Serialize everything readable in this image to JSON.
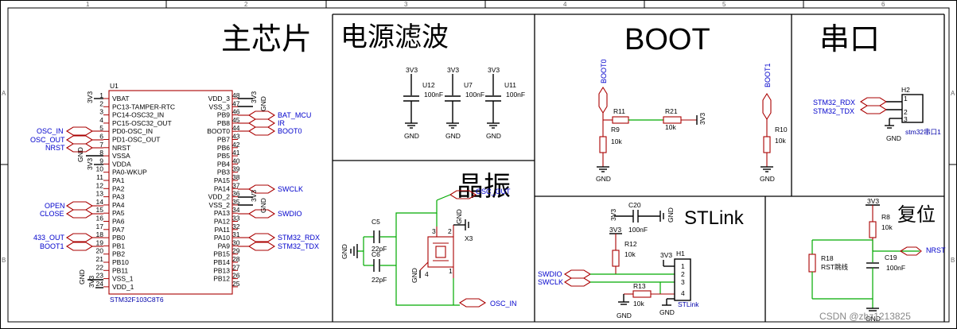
{
  "titles": {
    "mcu": "主芯片",
    "power": "电源滤波",
    "boot": "BOOT",
    "uart": "串口",
    "crystal": "晶振",
    "stlink": "STLink",
    "reset": "复位"
  },
  "border": {
    "cols": [
      "1",
      "2",
      "3",
      "4",
      "5",
      "6"
    ],
    "rows": [
      "A",
      "B"
    ]
  },
  "mcu": {
    "ref": "U1",
    "part": "STM32F103C8T6",
    "left_pins": [
      {
        "num": "1",
        "name": "VBAT"
      },
      {
        "num": "2",
        "name": "PC13-TAMPER-RTC"
      },
      {
        "num": "3",
        "name": "PC14-OSC32_IN"
      },
      {
        "num": "4",
        "name": "PC15-OSC32_OUT"
      },
      {
        "num": "5",
        "name": "PD0-OSC_IN"
      },
      {
        "num": "6",
        "name": "PD1-OSC_OUT"
      },
      {
        "num": "7",
        "name": "NRST"
      },
      {
        "num": "8",
        "name": "VSSA"
      },
      {
        "num": "9",
        "name": "VDDA"
      },
      {
        "num": "10",
        "name": "PA0-WKUP"
      },
      {
        "num": "11",
        "name": "PA1"
      },
      {
        "num": "12",
        "name": "PA2"
      },
      {
        "num": "13",
        "name": "PA3"
      },
      {
        "num": "14",
        "name": "PA4"
      },
      {
        "num": "15",
        "name": "PA5"
      },
      {
        "num": "16",
        "name": "PA6"
      },
      {
        "num": "17",
        "name": "PA7"
      },
      {
        "num": "18",
        "name": "PB0"
      },
      {
        "num": "19",
        "name": "PB1"
      },
      {
        "num": "20",
        "name": "PB2"
      },
      {
        "num": "21",
        "name": "PB10"
      },
      {
        "num": "22",
        "name": "PB11"
      },
      {
        "num": "23",
        "name": "VSS_1"
      },
      {
        "num": "24",
        "name": "VDD_1"
      }
    ],
    "right_pins": [
      {
        "num": "48",
        "name": "VDD_3"
      },
      {
        "num": "47",
        "name": "VSS_3"
      },
      {
        "num": "46",
        "name": "PB9"
      },
      {
        "num": "45",
        "name": "PB8"
      },
      {
        "num": "44",
        "name": "BOOT0"
      },
      {
        "num": "43",
        "name": "PB7"
      },
      {
        "num": "42",
        "name": "PB6"
      },
      {
        "num": "41",
        "name": "PB5"
      },
      {
        "num": "40",
        "name": "PB4"
      },
      {
        "num": "39",
        "name": "PB3"
      },
      {
        "num": "38",
        "name": "PA15"
      },
      {
        "num": "37",
        "name": "PA14"
      },
      {
        "num": "36",
        "name": "VDD_2"
      },
      {
        "num": "35",
        "name": "VSS_2"
      },
      {
        "num": "34",
        "name": "PA13"
      },
      {
        "num": "33",
        "name": "PA12"
      },
      {
        "num": "32",
        "name": "PA11"
      },
      {
        "num": "31",
        "name": "PA10"
      },
      {
        "num": "30",
        "name": "PA9"
      },
      {
        "num": "29",
        "name": "PB15"
      },
      {
        "num": "28",
        "name": "PB14"
      },
      {
        "num": "27",
        "name": "PB13"
      },
      {
        "num": "26",
        "name": "PB12"
      },
      {
        "num": "25",
        "name": ""
      }
    ],
    "left_nets": {
      "osc_in": "OSC_IN",
      "osc_out": "OSC_OUT",
      "nrst": "NRST",
      "open": "OPEN",
      "close": "CLOSE",
      "out433": "433_OUT",
      "boot1": "BOOT1"
    },
    "right_nets": {
      "bat_mcu": "BAT_MCU",
      "ir": "IR",
      "boot0": "BOOT0",
      "swclk": "SWCLK",
      "swdio": "SWDIO",
      "rdx": "STM32_RDX",
      "tdx": "STM32_TDX"
    },
    "power": {
      "v33": "3V3",
      "gnd": "GND"
    }
  },
  "power_filter": {
    "caps": [
      {
        "ref": "U12",
        "value": "100nF",
        "rail": "3V3",
        "gnd": "GND"
      },
      {
        "ref": "U7",
        "value": "100nF",
        "rail": "3V3",
        "gnd": "GND"
      },
      {
        "ref": "U11",
        "value": "100nF",
        "rail": "3V3",
        "gnd": "GND"
      }
    ]
  },
  "boot": {
    "boot0_net": "BOOT0",
    "boot1_net": "BOOT1",
    "r11": "R11",
    "r21": "R21",
    "r21_val": "10k",
    "r9": "R9",
    "r9_val": "10k",
    "r10": "R10",
    "r10_val": "10k",
    "v33": "3V3",
    "gnd": "GND"
  },
  "uart": {
    "ref": "H2",
    "rdx": "STM32_RDX",
    "tdx": "STM32_TDX",
    "pins": [
      "1",
      "2",
      "3"
    ],
    "label": "stm32串口1",
    "gnd": "GND"
  },
  "crystal": {
    "net_in": "OSC_IN",
    "net_out": "OSC_OUT",
    "c5": "C5",
    "c5_val": "22pF",
    "c6": "C6",
    "c6_val": "22pF",
    "ref": "X3",
    "gnd": "GND",
    "pins": [
      "1",
      "2",
      "3",
      "4"
    ]
  },
  "stlink": {
    "c20": "C20",
    "c20_val": "100nF",
    "r12": "R12",
    "r12_val": "10k",
    "r13": "R13",
    "r13_val": "10k",
    "ref": "H1",
    "label": "STLink",
    "swdio": "SWDIO",
    "swclk": "SWCLK",
    "v33": "3V3",
    "gnd": "GND",
    "pins": [
      "1",
      "2",
      "3",
      "4"
    ]
  },
  "reset": {
    "r8": "R8",
    "r8_val": "10k",
    "r18": "R18",
    "r18_val": "RST跳线",
    "c19": "C19",
    "c19_val": "100nF",
    "net": "NRST",
    "v33": "3V3",
    "gnd": "GND"
  },
  "watermark": "CSDN @zhz1213825"
}
